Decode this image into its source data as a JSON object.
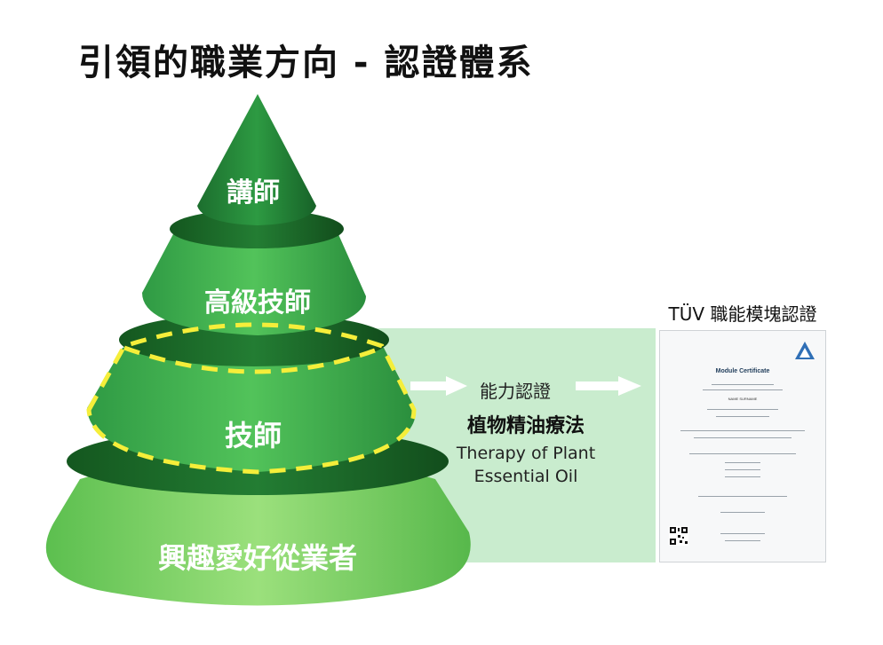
{
  "title": "引領的職業方向 - 認證體系",
  "pyramid": {
    "tiers": [
      {
        "label": "講師"
      },
      {
        "label": "高級技師"
      },
      {
        "label": "技師"
      },
      {
        "label": "興趣愛好從業者"
      }
    ],
    "highlight_color": "#f5ee3a"
  },
  "flow": {
    "ability_label": "能力認證",
    "course_zh": "植物精油療法",
    "course_en": "Therapy of Plant Essential Oil"
  },
  "certificate": {
    "heading": "TÜV 職能模塊認證",
    "title": "Module Certificate",
    "name": "NAME SURNAME"
  },
  "colors": {
    "dark_green": "#1e7a34",
    "mid_green": "#35a84a",
    "light_green": "#7fd36b",
    "panel_green": "#c9ecce",
    "arrow_white": "#ffffff"
  }
}
